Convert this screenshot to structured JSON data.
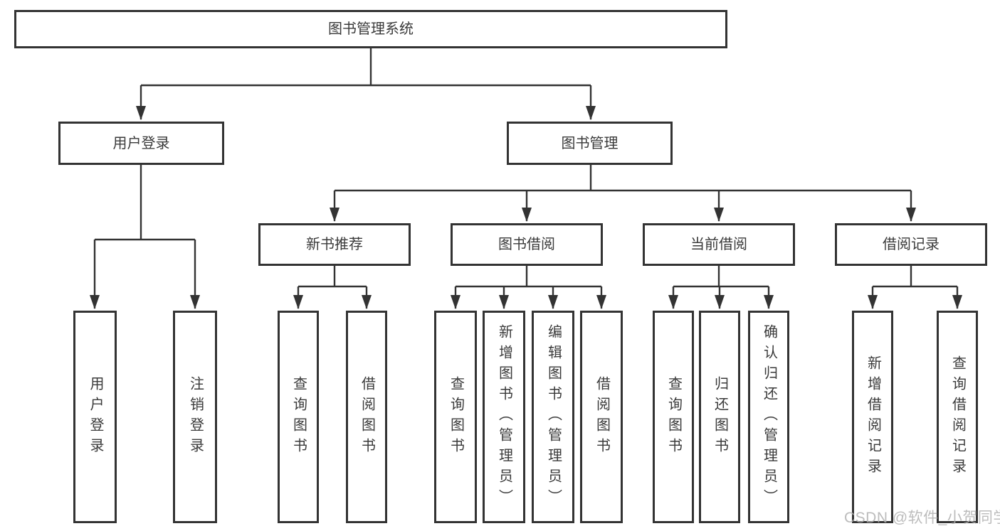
{
  "watermark": "CSDN @软件_小贺同学",
  "colors": {
    "line": "#333333",
    "text": "#3a3a3a",
    "watermark": "#b0b0b0",
    "background": "#ffffff"
  },
  "tree": {
    "root": "图书管理系统",
    "user_login": {
      "label": "用户登录",
      "children": [
        "用户登录",
        "注销登录"
      ]
    },
    "book_management": {
      "label": "图书管理",
      "children": {
        "new_book_recommend": {
          "label": "新书推荐",
          "children": [
            "查询图书",
            "借阅图书"
          ]
        },
        "book_borrowing": {
          "label": "图书借阅",
          "children": [
            "查询图书",
            "新增图书（管理员）",
            "编辑图书（管理员）",
            "借阅图书"
          ]
        },
        "current_borrowing": {
          "label": "当前借阅",
          "children": [
            "查询图书",
            "归还图书",
            "确认归还（管理员）"
          ]
        },
        "borrowing_records": {
          "label": "借阅记录",
          "children": [
            "新增借阅记录",
            "查询借阅记录"
          ]
        }
      }
    }
  }
}
